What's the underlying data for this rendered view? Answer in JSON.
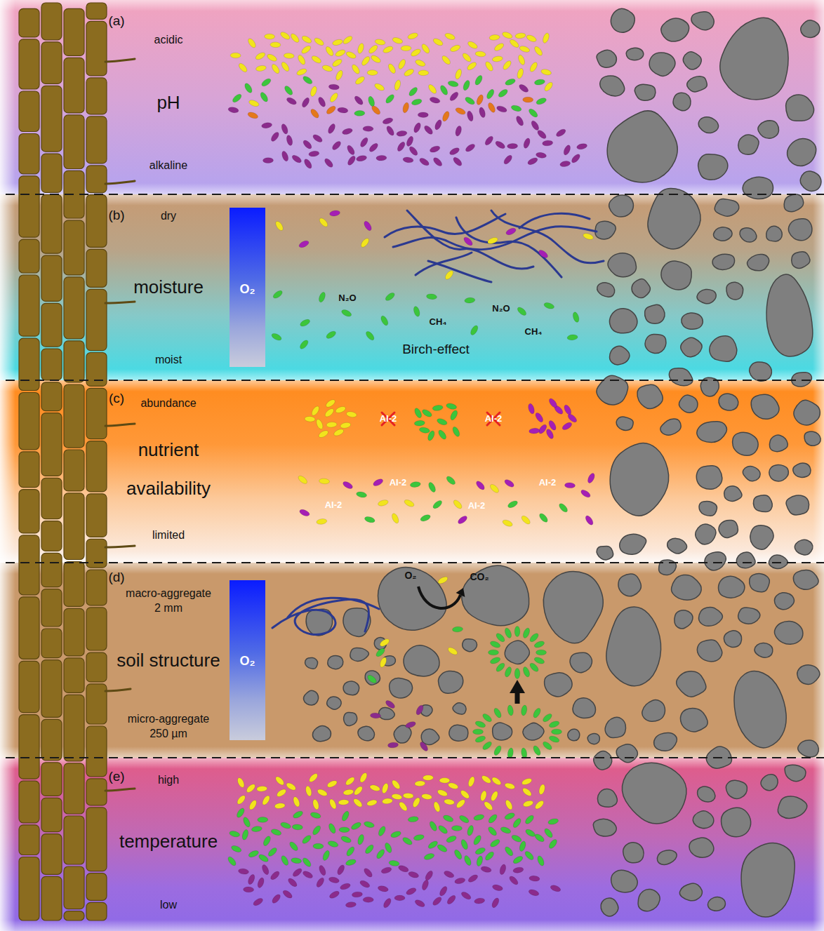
{
  "diagram": {
    "nodes": [
      {
        "text": [
          "(a)",
          "acidic",
          "pH",
          "alkaline"
        ]
      },
      {
        "text": [
          "(b)",
          "dry",
          "moisture",
          "moist",
          "N₂O",
          "CH₄",
          "N₂O",
          "CH₄",
          "Birch-effect"
        ]
      },
      {
        "text": [
          "O₂"
        ],
        "in": 1
      },
      {
        "text": [
          "(c)",
          "abundance",
          "nutrient availability",
          "limited",
          "AI-2",
          "AI-2",
          "AI-2",
          "AI-2",
          "AI-2",
          "AI-2"
        ]
      },
      {
        "text": [
          "(d)",
          "macro-aggregate 2 mm",
          "O₂",
          "CO₂",
          "soil structure",
          "micro-aggregate 250 µm"
        ]
      },
      {
        "text": [
          "O₂"
        ],
        "in": 4
      },
      {
        "text": [
          "(e)",
          "high",
          "temperature",
          "low"
        ]
      }
    ]
  }
}
